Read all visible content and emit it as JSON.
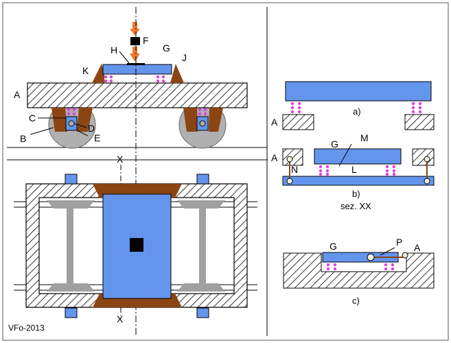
{
  "labels": {
    "A": "A",
    "B": "B",
    "C": "C",
    "D": "D",
    "E": "E",
    "F": "F",
    "G": "G",
    "H": "H",
    "J": "J",
    "K": "K",
    "L": "L",
    "M": "M",
    "N": "N",
    "P": "P",
    "X": "X"
  },
  "captions": {
    "a": "a)",
    "b": "b)",
    "section": "sez. XX",
    "c": "c)"
  },
  "signature": "VFo-2013",
  "colors": {
    "blue": "#6495ED",
    "brown": "#8B4513",
    "spring": "#E040E0",
    "arrow": "#F07830",
    "wheel": "#B0B0B0",
    "axle": "#A0A0A0"
  }
}
